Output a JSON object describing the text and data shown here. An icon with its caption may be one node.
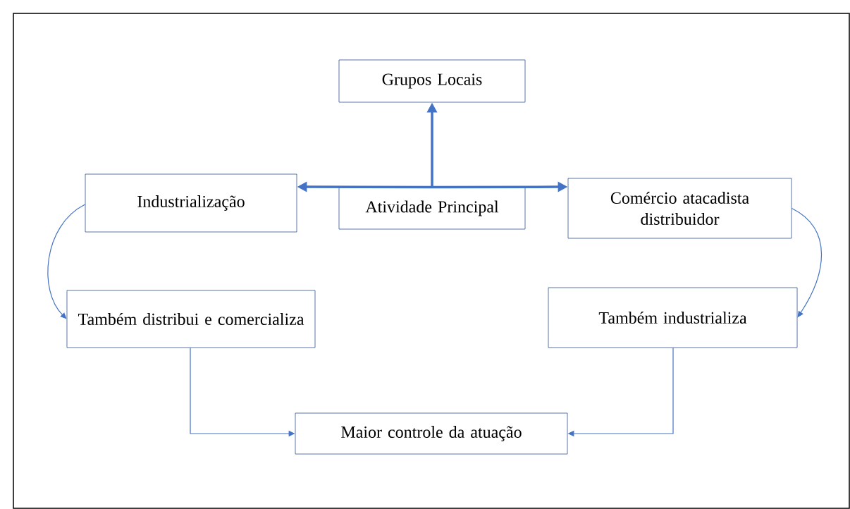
{
  "diagram": {
    "nodes": [
      {
        "text": [
          "Grupos Locais"
        ]
      },
      {
        "text": [
          "Industrialização"
        ]
      },
      {
        "text": [
          "Atividade Principal"
        ]
      },
      {
        "text": [
          "Comércio atacadista distribuidor"
        ]
      },
      {
        "text": [
          "Também distribui e comercializa"
        ]
      },
      {
        "text": [
          "Também industrializa"
        ]
      },
      {
        "text": [
          "Maior controle da atuação"
        ]
      }
    ],
    "edges": [
      {
        "from": 2,
        "to": 0,
        "arrow": "to",
        "style": "thick"
      },
      {
        "from": 2,
        "to": 1,
        "arrow": "to",
        "style": "thick"
      },
      {
        "from": 2,
        "to": 3,
        "arrow": "to",
        "style": "thick"
      },
      {
        "from": 1,
        "to": 4,
        "arrow": "to"
      },
      {
        "from": 3,
        "to": 5,
        "arrow": "to"
      },
      {
        "from": 4,
        "to": 6,
        "arrow": "to"
      },
      {
        "from": 5,
        "to": 6,
        "arrow": "to"
      }
    ]
  }
}
